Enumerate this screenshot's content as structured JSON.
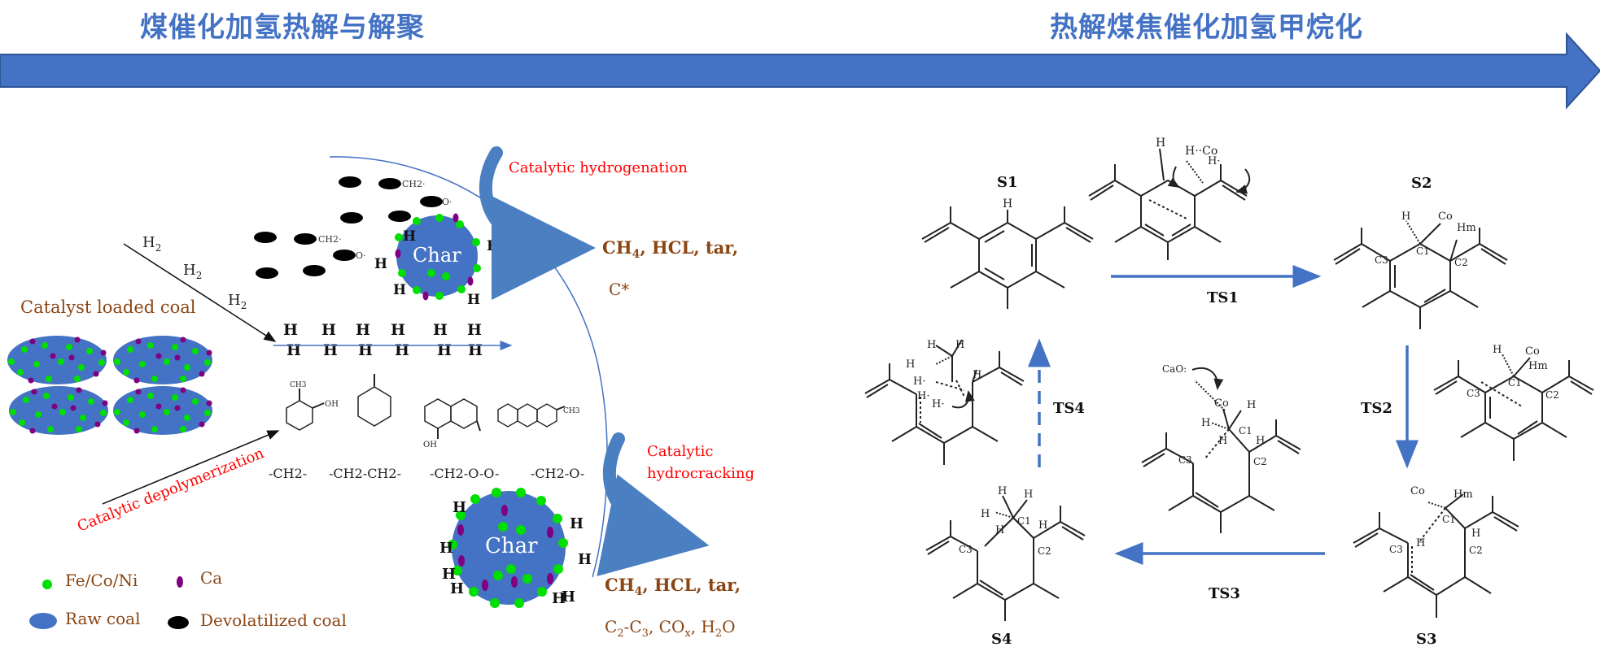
{
  "header": {
    "left_title": "煤催化加氢热解与解聚",
    "right_title": "热解煤焦催化加氢甲烷化"
  },
  "colors": {
    "arrow_blue": "#4472c4",
    "coal_blue": "#4472c4",
    "catalyst_green": "#00e000",
    "ca_purple": "#800080",
    "brown_text": "#8b4513",
    "red_text": "#ff0000"
  },
  "left_panel": {
    "catalyst_loaded_coal": "Catalyst loaded coal",
    "h2_labels": [
      "H2",
      "H2",
      "H2"
    ],
    "h2_base": "H",
    "h2_sub": "2",
    "char_label": "Char",
    "h_atom": "H",
    "ch2_frag": "CH2·",
    "o_frag": "O·",
    "catalytic_hydrogenation": "Catalytic hydrogenation",
    "catalytic_hydrocracking_1": "Catalytic",
    "catalytic_hydrocracking_2": "hydrocracking",
    "catalytic_depolymerization": "Catalytic depolymerization",
    "products_1": {
      "ch": "CH",
      "sub4": "4",
      "rest": ", HCL, tar,",
      "line2": "C*"
    },
    "products_2": {
      "ch": "CH",
      "sub4": "4",
      "rest": ",  HCL, tar,",
      "c": "C",
      "sub2": "2",
      "dash": "-C",
      "sub3": "3",
      "cox": ", CO",
      "subx": "x",
      "h": ", H",
      "sub2b": "2",
      "o": "O"
    },
    "linkages": [
      "-CH2-",
      "-CH2-CH2-",
      "-CH2-O-O-",
      "-CH2-O-"
    ],
    "mol_labels": {
      "ch3": "CH3",
      "oh": "OH"
    },
    "legend": {
      "fe_co_ni": "Fe/Co/Ni",
      "ca": "Ca",
      "raw_coal": "Raw coal",
      "devolatilized": "Devolatilized coal"
    }
  },
  "right_panel": {
    "states": [
      "S1",
      "S2",
      "S3",
      "S4"
    ],
    "transitions": [
      "TS1",
      "TS2",
      "TS3",
      "TS4"
    ],
    "atom_labels": {
      "h": "H",
      "co": "Co",
      "hm": "Hm",
      "c1": "C1",
      "c2": "C2",
      "c3": "C3",
      "cao": "CaO:",
      "h_co": "H··Co",
      "h_dot": "H·"
    }
  }
}
